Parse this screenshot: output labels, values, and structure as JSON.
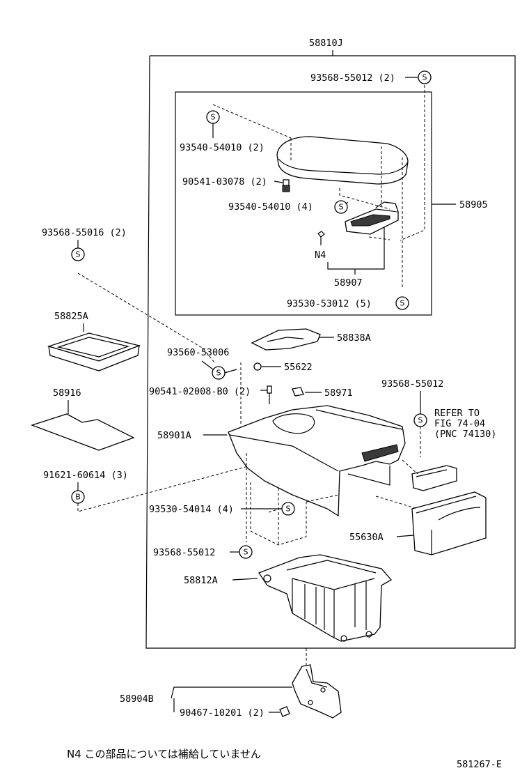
{
  "parts": {
    "p58810J": "58810J",
    "p93568_55012_2": "93568-55012 (2)",
    "p93540_54010_2": "93540-54010 (2)",
    "p90541_03078_2": "90541-03078 (2)",
    "p93540_54010_4": "93540-54010 (4)",
    "p58905": "58905",
    "p93568_55016_2": "93568-55016 (2)",
    "pN4": "N4",
    "p58907": "58907",
    "p93530_53012_5": "93530-53012 (5)",
    "p58825A": "58825A",
    "p58838A": "58838A",
    "p93560_53006": "93560-53006",
    "p55622": "55622",
    "p58916": "58916",
    "p90541_02008": "90541-02008-B0 (2)",
    "p58971": "58971",
    "p93568_55012_b": "93568-55012",
    "refer1": "REFER TO",
    "refer2": "FIG 74-04",
    "refer3": "(PNC 74130)",
    "p58901A": "58901A",
    "p91621_60614_3": "91621-60614 (3)",
    "p93530_54014_4": "93530-54014 (4)",
    "p55630A": "55630A",
    "p93568_55012_c": "93568-55012",
    "p58812A": "58812A",
    "p58904B": "58904B",
    "p90467_10201_2": "90467-10201 (2)"
  },
  "symbols": {
    "s": "S",
    "b": "B"
  },
  "footer": {
    "note": "N4 この部品については補給していません",
    "code": "581267-E"
  }
}
